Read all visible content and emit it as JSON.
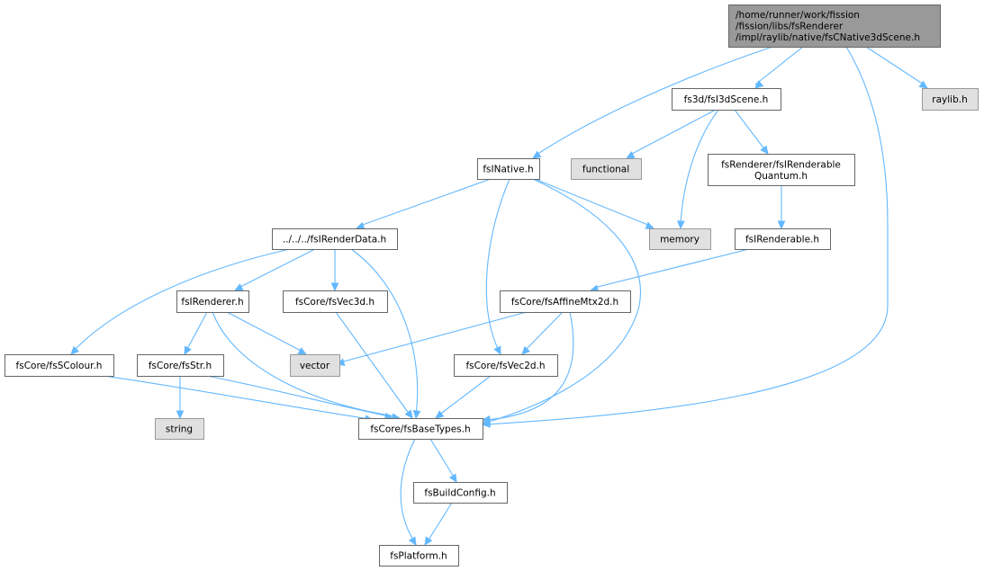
{
  "colors": {
    "edge": "#63b8ff",
    "root_fill": "#999999",
    "root_border": "#666666",
    "file_fill": "#ffffff",
    "file_border": "#666666",
    "system_fill": "#e0e0e0",
    "system_border": "#999999"
  },
  "nodes": [
    {
      "id": "root",
      "kind": "root",
      "lines": [
        "/home/runner/work/fission",
        "/fission/libs/fsRenderer",
        "/impl/raylib/native/fsCNative3dScene.h"
      ]
    },
    {
      "id": "fs3d",
      "kind": "file",
      "lines": [
        "fs3d/fsI3dScene.h"
      ]
    },
    {
      "id": "raylib",
      "kind": "system",
      "lines": [
        "raylib.h"
      ]
    },
    {
      "id": "fsinative",
      "kind": "file",
      "lines": [
        "fsINative.h"
      ]
    },
    {
      "id": "functional",
      "kind": "system",
      "lines": [
        "functional"
      ]
    },
    {
      "id": "quantum",
      "kind": "file",
      "lines": [
        "fsRenderer/fsIRenderable",
        "Quantum.h"
      ]
    },
    {
      "id": "renderdata",
      "kind": "file",
      "lines": [
        "../../../fsIRenderData.h"
      ]
    },
    {
      "id": "memory",
      "kind": "system",
      "lines": [
        "memory"
      ]
    },
    {
      "id": "renderable",
      "kind": "file",
      "lines": [
        "fsIRenderable.h"
      ]
    },
    {
      "id": "renderer",
      "kind": "file",
      "lines": [
        "fsIRenderer.h"
      ]
    },
    {
      "id": "vec3d",
      "kind": "file",
      "lines": [
        "fsCore/fsVec3d.h"
      ]
    },
    {
      "id": "affine",
      "kind": "file",
      "lines": [
        "fsCore/fsAffineMtx2d.h"
      ]
    },
    {
      "id": "scolour",
      "kind": "file",
      "lines": [
        "fsCore/fsSColour.h"
      ]
    },
    {
      "id": "str",
      "kind": "file",
      "lines": [
        "fsCore/fsStr.h"
      ]
    },
    {
      "id": "vector",
      "kind": "system",
      "lines": [
        "vector"
      ]
    },
    {
      "id": "vec2d",
      "kind": "file",
      "lines": [
        "fsCore/fsVec2d.h"
      ]
    },
    {
      "id": "string",
      "kind": "system",
      "lines": [
        "string"
      ]
    },
    {
      "id": "basetypes",
      "kind": "file",
      "lines": [
        "fsCore/fsBaseTypes.h"
      ]
    },
    {
      "id": "buildconfig",
      "kind": "file",
      "lines": [
        "fsBuildConfig.h"
      ]
    },
    {
      "id": "platform",
      "kind": "file",
      "lines": [
        "fsPlatform.h"
      ]
    }
  ],
  "edges": [
    {
      "from": "root",
      "to": "fs3d"
    },
    {
      "from": "root",
      "to": "raylib"
    },
    {
      "from": "root",
      "to": "fsinative"
    },
    {
      "from": "root",
      "to": "basetypes"
    },
    {
      "from": "fs3d",
      "to": "functional"
    },
    {
      "from": "fs3d",
      "to": "quantum"
    },
    {
      "from": "fs3d",
      "to": "memory"
    },
    {
      "from": "quantum",
      "to": "renderable"
    },
    {
      "from": "renderable",
      "to": "affine"
    },
    {
      "from": "fsinative",
      "to": "renderdata"
    },
    {
      "from": "fsinative",
      "to": "memory"
    },
    {
      "from": "fsinative",
      "to": "vec2d"
    },
    {
      "from": "fsinative",
      "to": "basetypes"
    },
    {
      "from": "renderdata",
      "to": "renderer"
    },
    {
      "from": "renderdata",
      "to": "vec3d"
    },
    {
      "from": "renderdata",
      "to": "scolour"
    },
    {
      "from": "renderdata",
      "to": "basetypes"
    },
    {
      "from": "renderer",
      "to": "str"
    },
    {
      "from": "renderer",
      "to": "vector"
    },
    {
      "from": "renderer",
      "to": "basetypes"
    },
    {
      "from": "vec3d",
      "to": "basetypes"
    },
    {
      "from": "affine",
      "to": "vector"
    },
    {
      "from": "affine",
      "to": "vec2d"
    },
    {
      "from": "affine",
      "to": "basetypes"
    },
    {
      "from": "scolour",
      "to": "basetypes"
    },
    {
      "from": "str",
      "to": "string"
    },
    {
      "from": "str",
      "to": "basetypes"
    },
    {
      "from": "vec2d",
      "to": "basetypes"
    },
    {
      "from": "basetypes",
      "to": "buildconfig"
    },
    {
      "from": "basetypes",
      "to": "platform"
    },
    {
      "from": "buildconfig",
      "to": "platform"
    }
  ]
}
